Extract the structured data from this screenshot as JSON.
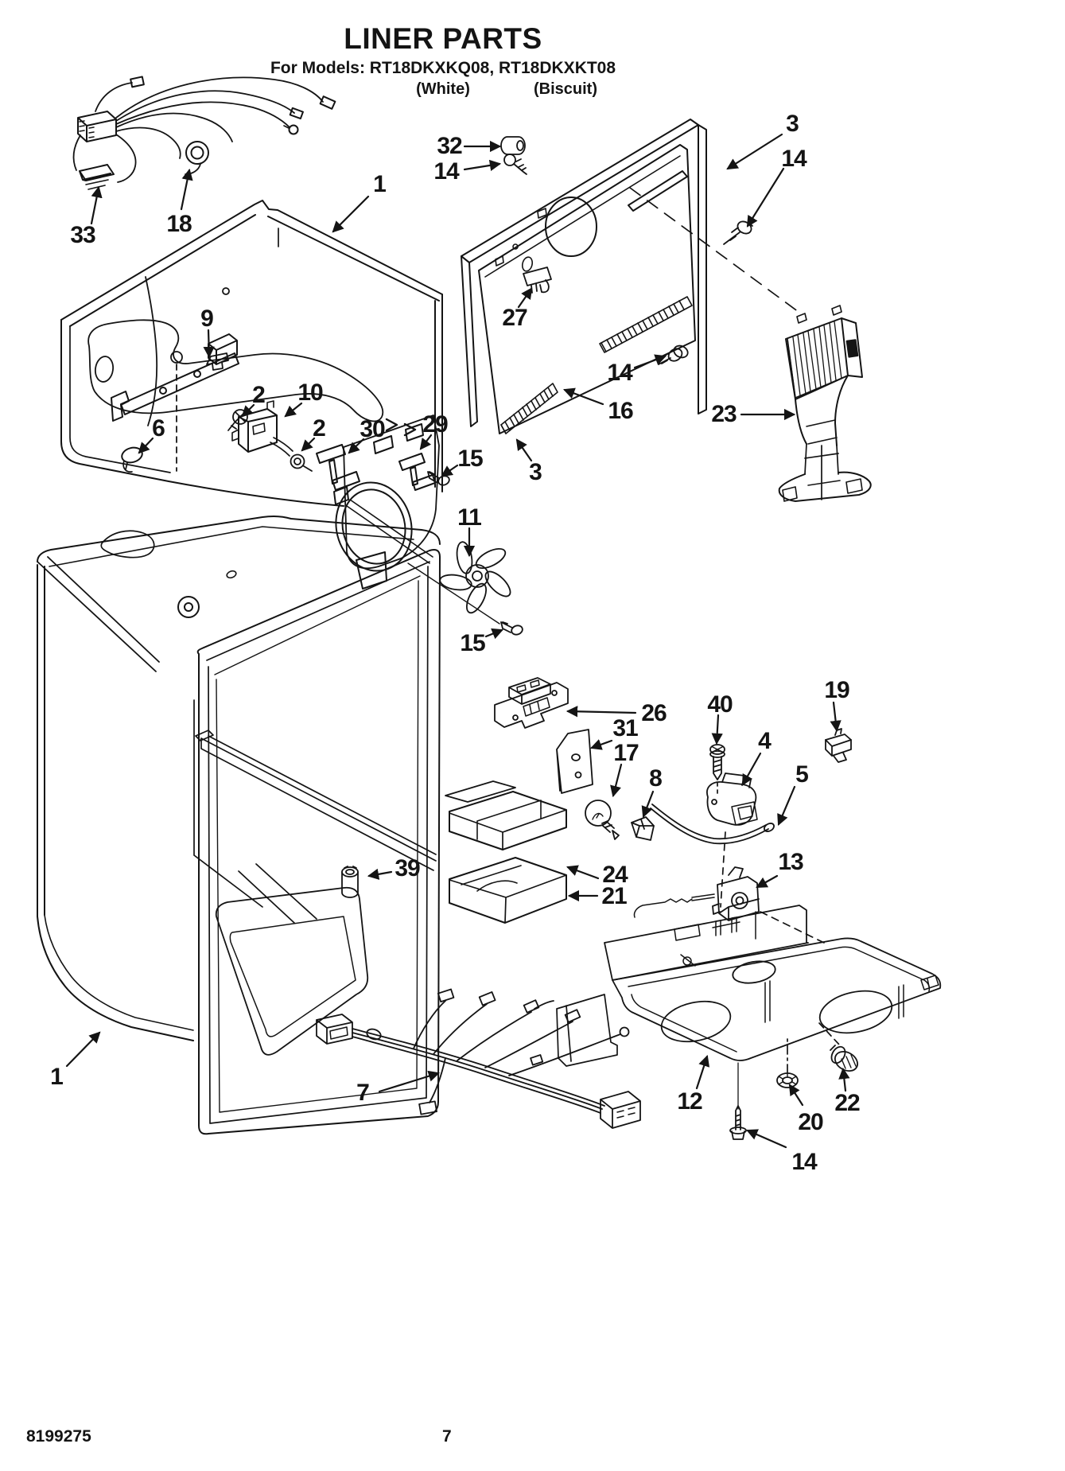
{
  "colors": {
    "ink": "#141414",
    "paper": "#ffffff"
  },
  "header": {
    "title": "LINER PARTS",
    "models": "For Models: RT18DKXKQ08, RT18DKXKT08",
    "finish_left": "(White)",
    "finish_right": "(Biscuit)"
  },
  "diagram": {
    "callouts": [
      {
        "label": "33"
      },
      {
        "label": "18"
      },
      {
        "label": "1"
      },
      {
        "label": "32"
      },
      {
        "label": "14"
      },
      {
        "label": "3"
      },
      {
        "label": "14"
      },
      {
        "label": "27"
      },
      {
        "label": "14"
      },
      {
        "label": "16"
      },
      {
        "label": "3"
      },
      {
        "label": "23"
      },
      {
        "label": "9"
      },
      {
        "label": "2"
      },
      {
        "label": "10"
      },
      {
        "label": "2"
      },
      {
        "label": "30"
      },
      {
        "label": "29"
      },
      {
        "label": "6"
      },
      {
        "label": "15"
      },
      {
        "label": "11"
      },
      {
        "label": "15"
      },
      {
        "label": "26"
      },
      {
        "label": "31"
      },
      {
        "label": "17"
      },
      {
        "label": "8"
      },
      {
        "label": "40"
      },
      {
        "label": "4"
      },
      {
        "label": "19"
      },
      {
        "label": "5"
      },
      {
        "label": "13"
      },
      {
        "label": "24"
      },
      {
        "label": "21"
      },
      {
        "label": "39"
      },
      {
        "label": "12"
      },
      {
        "label": "20"
      },
      {
        "label": "22"
      },
      {
        "label": "14"
      },
      {
        "label": "7"
      },
      {
        "label": "1"
      }
    ]
  },
  "footer": {
    "document_number": "8199275",
    "page_number": "7"
  }
}
